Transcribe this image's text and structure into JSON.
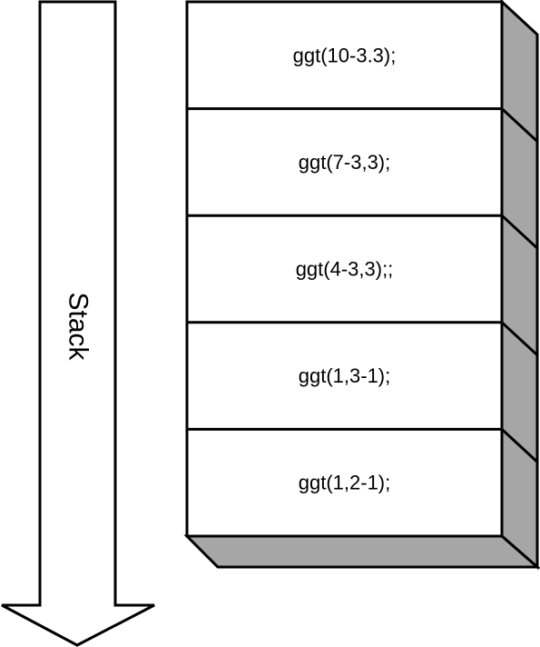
{
  "arrow": {
    "label": "Stack"
  },
  "stack": {
    "frames": [
      {
        "label": "ggt(10-3.3);"
      },
      {
        "label": "ggt(7-3,3);"
      },
      {
        "label": "ggt(4-3,3);;"
      },
      {
        "label": "ggt(1,3-1);"
      },
      {
        "label": "ggt(1,2-1);"
      }
    ]
  },
  "colors": {
    "line": "#000000",
    "face": "#ffffff",
    "side": "#a6a6a6",
    "background": "#ffffff"
  }
}
